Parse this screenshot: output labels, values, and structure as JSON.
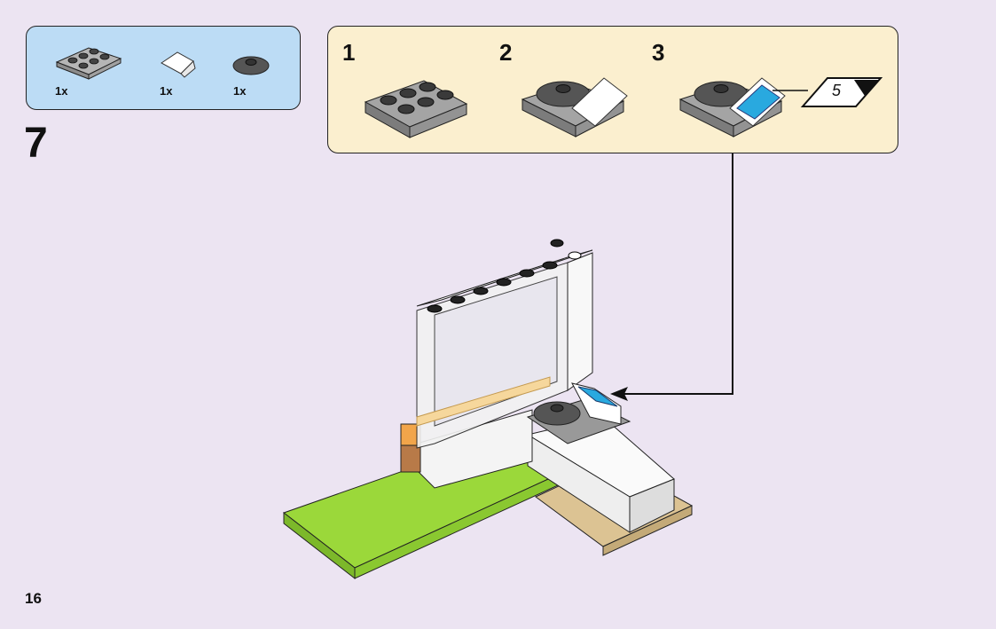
{
  "page": {
    "number": "16",
    "background": "#ece4f2"
  },
  "step": {
    "number": "7"
  },
  "parts_list": {
    "background": "#bcdcf5",
    "parts": [
      {
        "name": "plate-2x3-dark-gray",
        "quantity": "1x",
        "color": "#9a9a9a"
      },
      {
        "name": "slope-tile-white",
        "quantity": "1x",
        "color": "#ffffff"
      },
      {
        "name": "round-plate-dark-gray",
        "quantity": "1x",
        "color": "#5a5a5a"
      }
    ]
  },
  "sub_assembly": {
    "background": "#fbefcf",
    "steps": [
      {
        "number": "1",
        "description": "plate-2x3"
      },
      {
        "number": "2",
        "description": "round-plate-and-slope-added"
      },
      {
        "number": "3",
        "description": "sticker-applied"
      }
    ],
    "sticker": {
      "label": "5"
    }
  },
  "main_model": {
    "accent_blue": "#29a9df",
    "green": "#9bd83a",
    "tan": "#dcc393"
  }
}
